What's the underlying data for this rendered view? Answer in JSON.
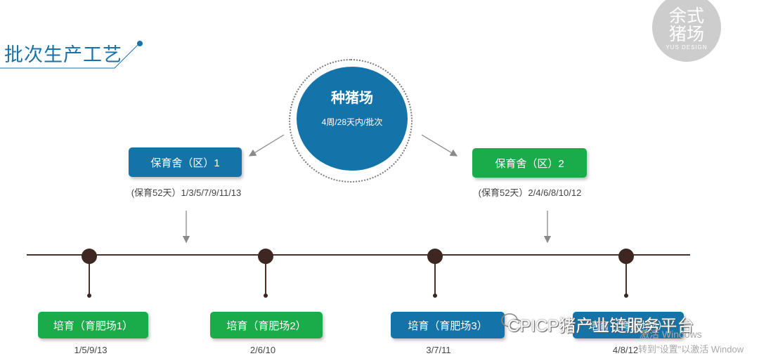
{
  "title": "批次生产工艺",
  "logo": {
    "line1": "余式",
    "line2": "猪场",
    "line3": "YUS DESIGN"
  },
  "hub": {
    "name": "种猪场",
    "cycle": "4周/28天内/批次"
  },
  "nursery": [
    {
      "label": "保育舍（区）1",
      "caption": "(保育52天）1/3/5/7/9/11/13",
      "color": "#1474a9"
    },
    {
      "label": "保育舍（区）2",
      "caption": "(保育52天）2/4/6/8/10/12",
      "color": "#1aac4b"
    }
  ],
  "finishing": [
    {
      "label": "培育（育肥场1）",
      "caption": "1/5/9/13",
      "color": "#1aac4b"
    },
    {
      "label": "培育（育肥场2）",
      "caption": "2/6/10",
      "color": "#1aac4b"
    },
    {
      "label": "培育（育肥场3）",
      "caption": "3/7/11",
      "color": "#1474a9"
    },
    {
      "label": "培育（育肥场4）",
      "caption": "4/8/12",
      "color": "#1474a9"
    }
  ],
  "watermark": {
    "text": "CPICP猪产业链服务平台",
    "activate_line1": "激活 Windows",
    "activate_line2": "转到\"设置\"以激活 Window"
  },
  "colors": {
    "blue": "#1474a9",
    "green": "#1aac4b",
    "timeline": "#4a2f2a"
  }
}
